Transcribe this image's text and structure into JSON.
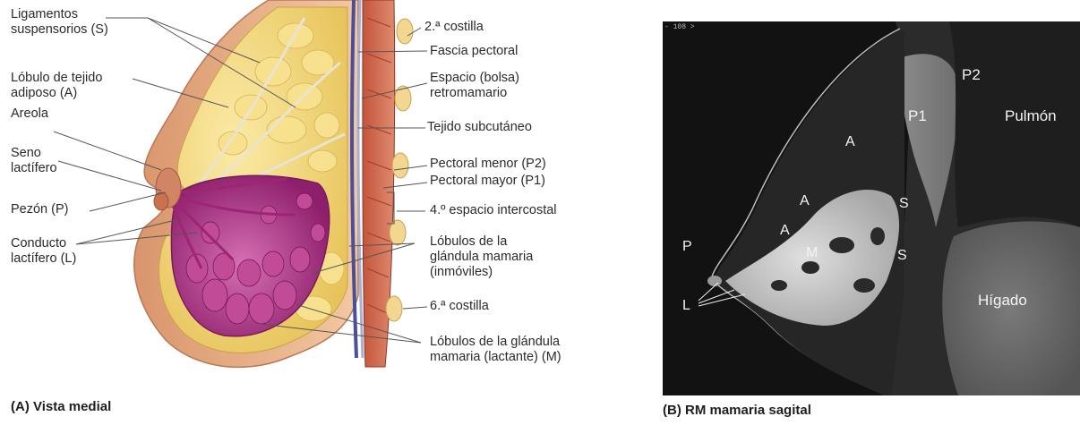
{
  "panel_a": {
    "caption": "(A) Vista medial",
    "labels_left": {
      "ligamentos_1": "Ligamentos",
      "ligamentos_2": "suspensorios (S)",
      "lobulo_1": "Lóbulo de tejido",
      "lobulo_2": "adiposo (A)",
      "areola": "Areola",
      "seno_1": "Seno",
      "seno_2": "lactífero",
      "pezon": "Pezón (P)",
      "conducto_1": "Conducto",
      "conducto_2": "lactífero (L)"
    },
    "labels_right": {
      "costilla2": "2.ª costilla",
      "fascia": "Fascia pectoral",
      "espacio_1": "Espacio (bolsa)",
      "espacio_2": "retromamario",
      "subcutaneo": "Tejido subcutáneo",
      "pmenor": "Pectoral menor (P2)",
      "pmayor": "Pectoral mayor (P1)",
      "intercostal": "4.º espacio intercostal",
      "lobulos_1": "Lóbulos de la",
      "lobulos_2": "glándula mamaria",
      "lobulos_3": "(inmóviles)",
      "costilla6": "6.ª costilla",
      "lactante_1": "Lóbulos de la glándula",
      "lactante_2": "mamaria (lactante) (M)"
    }
  },
  "panel_b": {
    "caption": "(B) RM mamaria sagital",
    "header_text": "- 108 >",
    "labels": {
      "p2": "P2",
      "p1": "P1",
      "pulmon": "Pulmón",
      "a1": "A",
      "a2": "A",
      "a3": "A",
      "s1": "S",
      "s2": "S",
      "m": "M",
      "p": "P",
      "l": "L",
      "higado": "Hígado"
    }
  },
  "colors": {
    "skin": "#f2c29a",
    "fat": "#f3dc7c",
    "gland": "#b8348c",
    "muscle": "#c4573f",
    "fascia": "#5a5fa6",
    "mri_background": "#121212"
  }
}
